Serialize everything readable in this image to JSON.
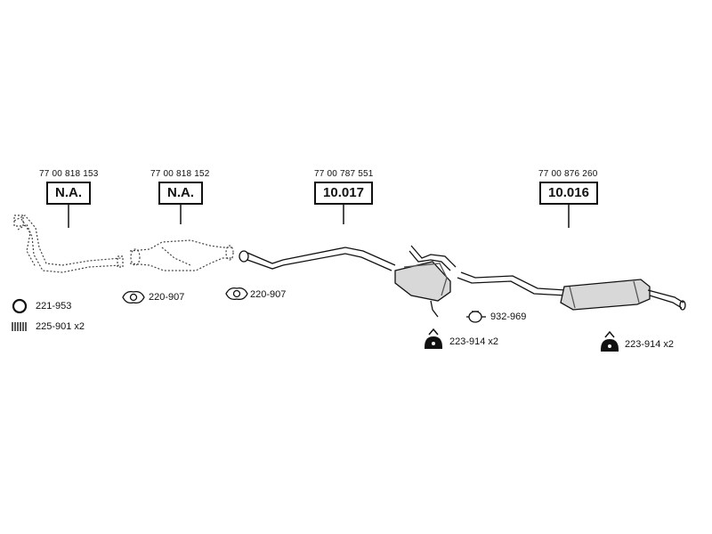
{
  "parts": [
    {
      "oem": "77 00 818 153",
      "code": "N.A."
    },
    {
      "oem": "77 00 818 152",
      "code": "N.A."
    },
    {
      "oem": "77 00 787 551",
      "code": "10.017"
    },
    {
      "oem": "77 00 876 260",
      "code": "10.016"
    }
  ],
  "accessories": [
    {
      "label": "221-953",
      "icon": "ring-gasket-icon"
    },
    {
      "label": "225-901 x2",
      "icon": "spring-icon"
    },
    {
      "label": "220-907",
      "icon": "flange-gasket-icon"
    },
    {
      "label": "220-907",
      "icon": "flange-gasket-icon"
    },
    {
      "label": "932-969",
      "icon": "clamp-icon"
    },
    {
      "label": "223-914 x2",
      "icon": "rubber-mount-icon"
    },
    {
      "label": "223-914 x2",
      "icon": "rubber-mount-icon"
    }
  ]
}
